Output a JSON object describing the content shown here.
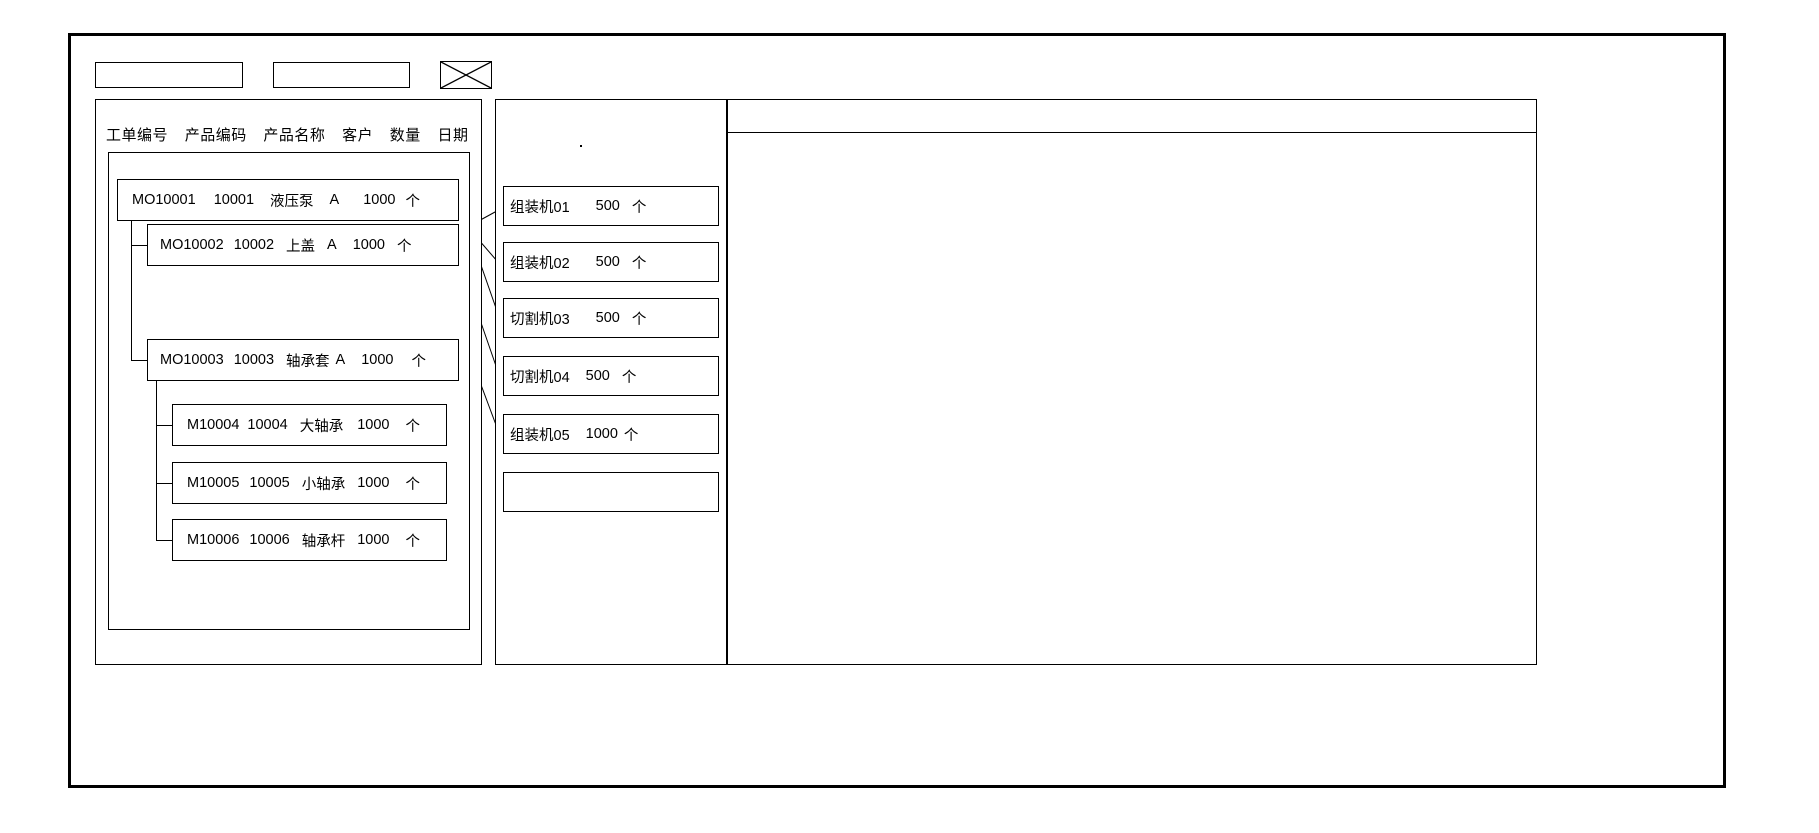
{
  "window": {
    "title": ""
  },
  "toolbar": {
    "items": [
      {
        "name": "toolbar-field-1",
        "label": "",
        "type": "box"
      },
      {
        "name": "toolbar-field-2",
        "label": "",
        "type": "box"
      },
      {
        "name": "image-placeholder-icon",
        "label": "",
        "type": "x-box"
      }
    ]
  },
  "left_panel": {
    "columns": [
      "工单编号",
      "产品编码",
      "产品名称",
      "客户",
      "数量",
      "日期"
    ],
    "rows": [
      {
        "level": 0,
        "order_no": "MO10001",
        "product_code": "10001",
        "product_name": "液压泵",
        "customer": "A",
        "qty": "1000",
        "unit": "个"
      },
      {
        "level": 1,
        "order_no": "MO10002",
        "product_code": "10002",
        "product_name": "上盖",
        "customer": "A",
        "qty": "1000",
        "unit": "个"
      },
      {
        "level": 1,
        "order_no": "MO10003",
        "product_code": "10003",
        "product_name": "轴承套",
        "customer": "A",
        "qty": "1000",
        "unit": "个"
      },
      {
        "level": 2,
        "order_no": "M10004",
        "product_code": "10004",
        "product_name": "大轴承",
        "customer": "",
        "qty": "1000",
        "unit": "个"
      },
      {
        "level": 2,
        "order_no": "M10005",
        "product_code": "10005",
        "product_name": "小轴承",
        "customer": "",
        "qty": "1000",
        "unit": "个"
      },
      {
        "level": 2,
        "order_no": "M10006",
        "product_code": "10006",
        "product_name": "轴承杆",
        "customer": "",
        "qty": "1000",
        "unit": "个"
      }
    ]
  },
  "mid_panel": {
    "machines": [
      {
        "name": "组装机01",
        "qty": "500",
        "unit": "个"
      },
      {
        "name": "组装机02",
        "qty": "500",
        "unit": "个"
      },
      {
        "name": "切割机03",
        "qty": "500",
        "unit": "个"
      },
      {
        "name": "切割机04",
        "qty": "500",
        "unit": "个"
      },
      {
        "name": "组装机05",
        "qty": "1000",
        "unit": "个"
      },
      {
        "name": "",
        "qty": "",
        "unit": ""
      }
    ]
  },
  "right_panel": {
    "content": ""
  },
  "colors": {
    "stroke": "#000000",
    "background": "#ffffff"
  }
}
